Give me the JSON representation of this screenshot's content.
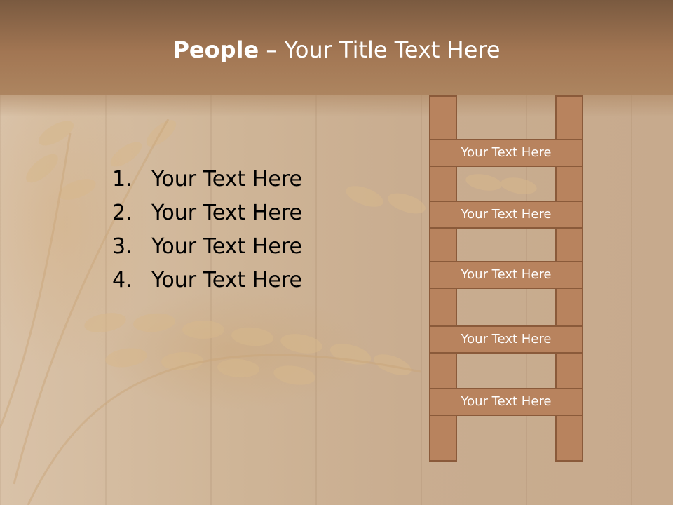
{
  "slide": {
    "title_bold": "People",
    "title_rest": " – Your Title Text Here"
  },
  "list": [
    {
      "num": "1.",
      "text": "Your Text Here"
    },
    {
      "num": "2.",
      "text": "Your Text Here"
    },
    {
      "num": "3.",
      "text": "Your Text Here"
    },
    {
      "num": "4.",
      "text": "Your Text Here"
    }
  ],
  "ladder": {
    "steps": [
      "Your Text Here",
      "Your Text Here",
      "Your Text Here",
      "Your Text Here",
      "Your Text Here"
    ]
  },
  "colors": {
    "header": "#a27653",
    "ladder_fill": "#b8835e",
    "ladder_border": "#8a5a3a"
  }
}
